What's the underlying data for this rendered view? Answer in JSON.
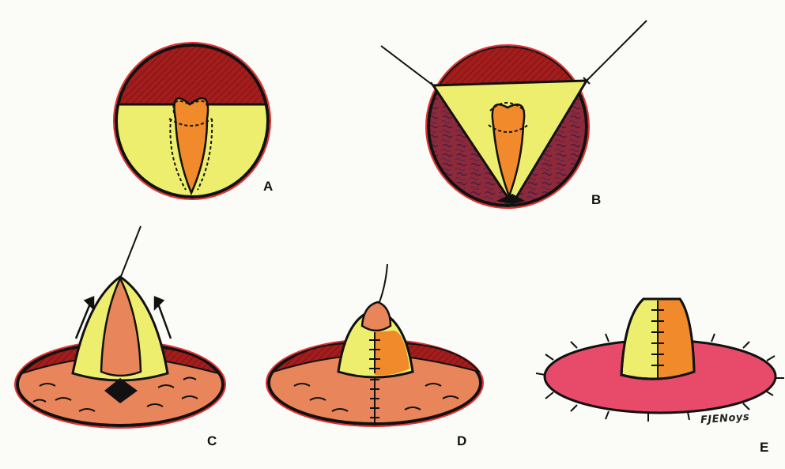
{
  "figure": {
    "panels": [
      {
        "id": "A",
        "label": "A"
      },
      {
        "id": "B",
        "label": "B"
      },
      {
        "id": "C",
        "label": "C"
      },
      {
        "id": "D",
        "label": "D"
      },
      {
        "id": "E",
        "label": "E"
      }
    ],
    "signature": "FJENoys"
  },
  "colors": {
    "dark_red": "#9b1c1c",
    "yellow": "#f0f06a",
    "orange": "#f08a2a",
    "flesh": "#e8855a",
    "pink": "#e84a6a",
    "outline": "#111111",
    "border_red": "#e23030"
  }
}
